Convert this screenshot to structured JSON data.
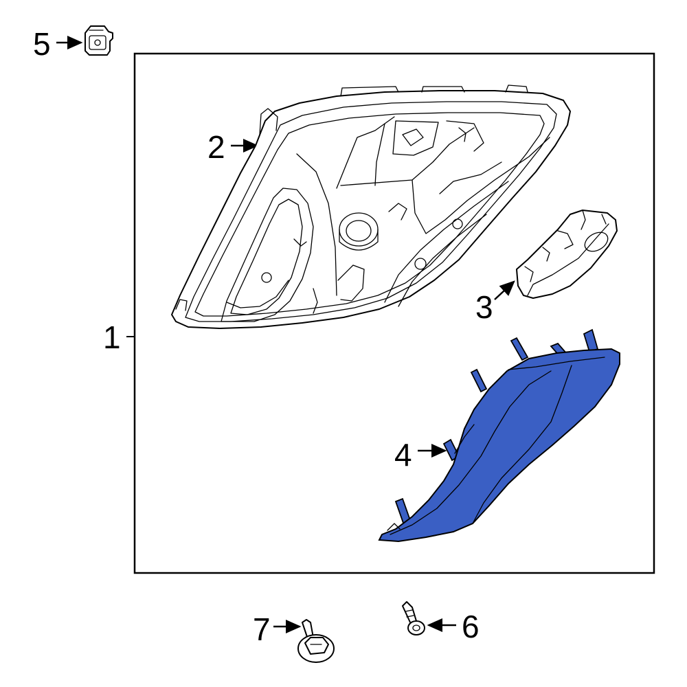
{
  "callouts": {
    "c1": "1",
    "c2": "2",
    "c3": "3",
    "c4": "4",
    "c5": "5",
    "c6": "6",
    "c7": "7"
  },
  "colors": {
    "highlight": "#3a5fc4",
    "line": "#000000",
    "background": "#ffffff"
  }
}
